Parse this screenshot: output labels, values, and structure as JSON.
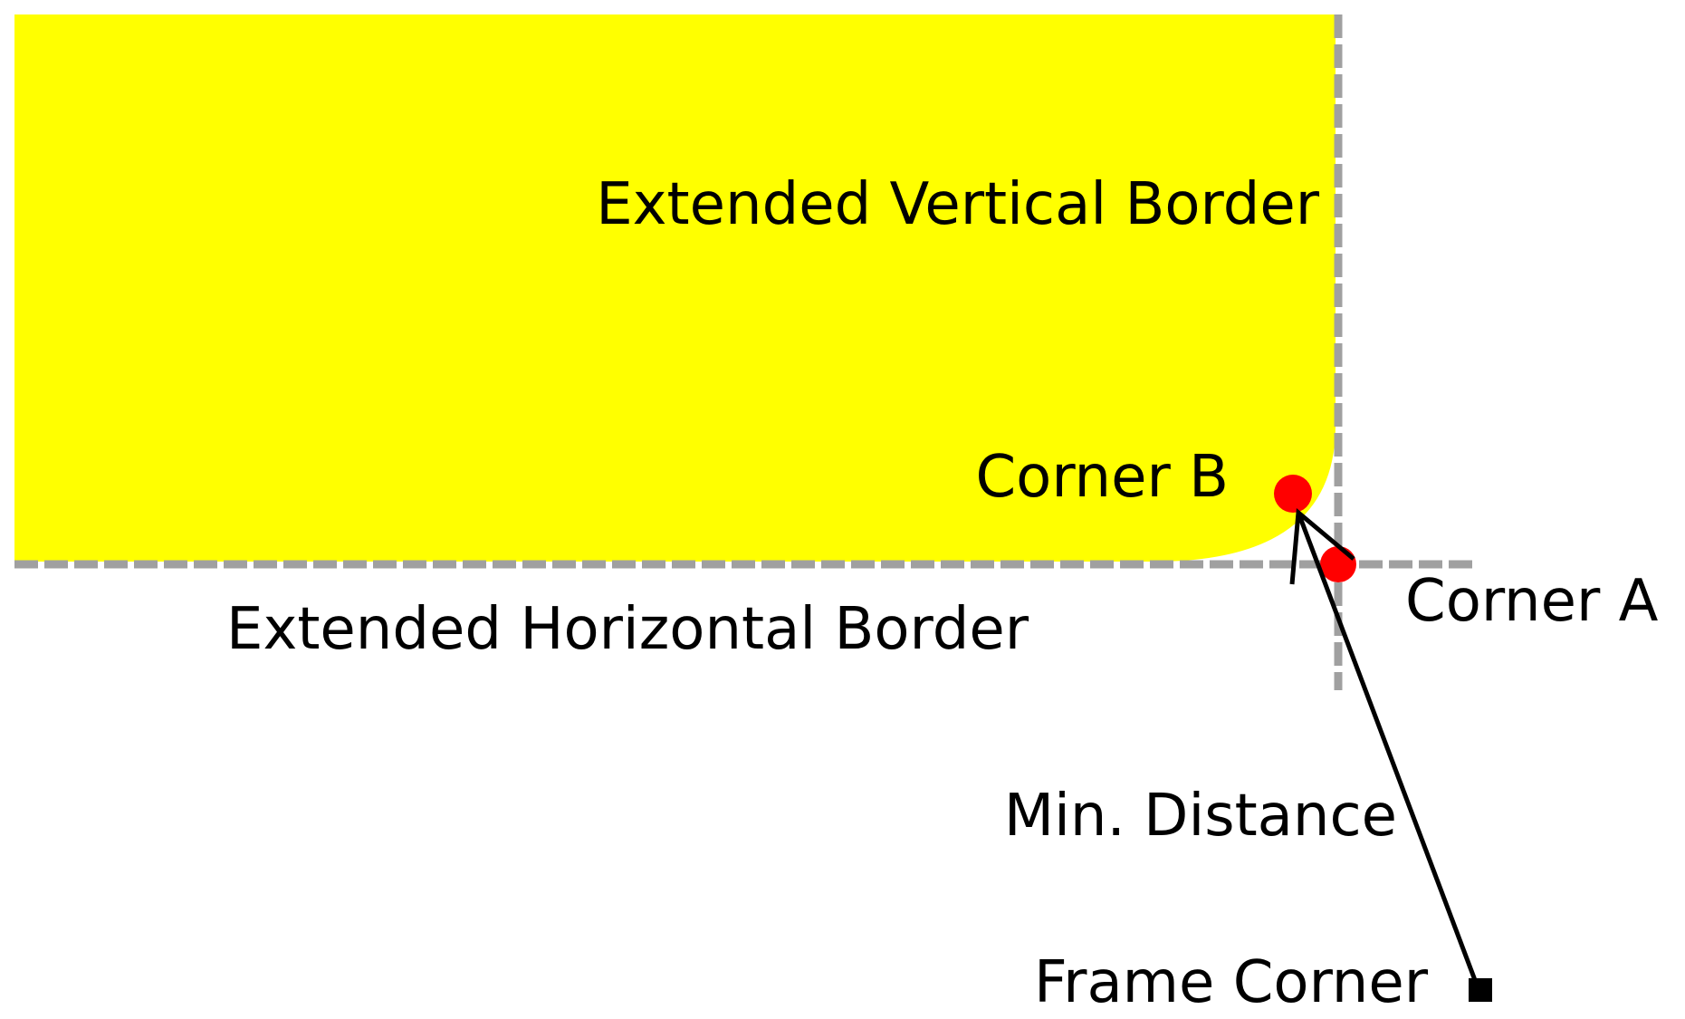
{
  "labels": {
    "extended_vertical_border": "Extended Vertical Border",
    "corner_b": "Corner B",
    "extended_horizontal_border": "Extended Horizontal Border",
    "corner_a": "Corner A",
    "min_distance": "Min. Distance",
    "frame_corner": "Frame Corner"
  },
  "colors": {
    "fill": "#ffff00",
    "border_dash": "#a0a0a0",
    "corner_point": "#ff0000",
    "ink": "#000000"
  }
}
